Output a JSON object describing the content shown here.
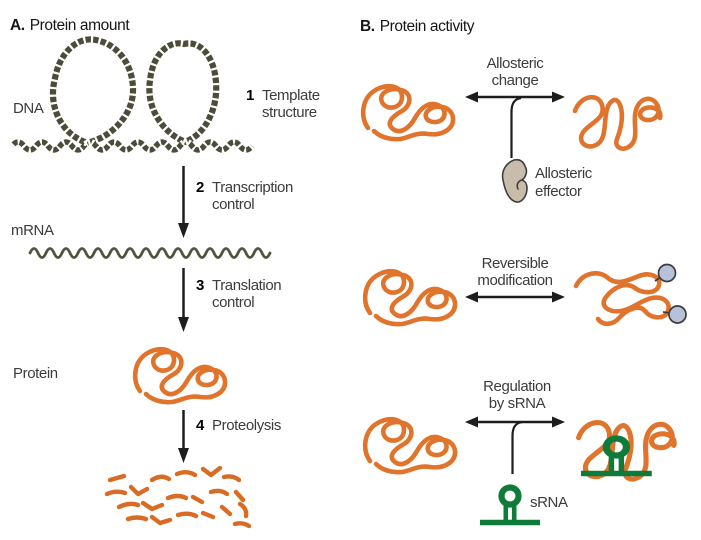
{
  "panelA": {
    "label": "A.",
    "title": "Protein amount",
    "dna_label": "DNA",
    "mrna_label": "mRNA",
    "protein_label": "Protein",
    "steps": [
      {
        "num": "1",
        "line1": "Template",
        "line2": "structure"
      },
      {
        "num": "2",
        "line1": "Transcription",
        "line2": "control"
      },
      {
        "num": "3",
        "line1": "Translation",
        "line2": "control"
      },
      {
        "num": "4",
        "line1": "Proteolysis",
        "line2": ""
      }
    ]
  },
  "panelB": {
    "label": "B.",
    "title": "Protein activity",
    "rows": [
      {
        "line1": "Allosteric",
        "line2": "change"
      },
      {
        "line1": "Reversible",
        "line2": "modification"
      },
      {
        "line1": "Regulation",
        "line2": "by sRNA"
      }
    ],
    "effector": {
      "line1": "Allosteric",
      "line2": "effector"
    },
    "srna_label": "sRNA"
  },
  "icons": {
    "dna_loops": "dna-double-helix-loops",
    "mrna_wave": "mrna-wavy-line",
    "protein_tangle": "protein-tangle",
    "srna_hairpin": "srna-stem-loop",
    "allosteric_effector": "effector-blob",
    "modification_circle": "phosphate-circle"
  },
  "colors": {
    "protein_orange": "#e0742c",
    "fragment_orange": "#d96b24",
    "dna_olive": "#4d4c3a",
    "mrna_olive": "#54533d",
    "ink": "#1d1d1b",
    "text_gray": "#3c3c3c",
    "green": "#0e7b39",
    "blob_fill": "#c8bdab",
    "blob_stroke": "#3e3e3e",
    "circle_fill": "#b7c1d9",
    "circle_stroke": "#3c3c3c"
  }
}
